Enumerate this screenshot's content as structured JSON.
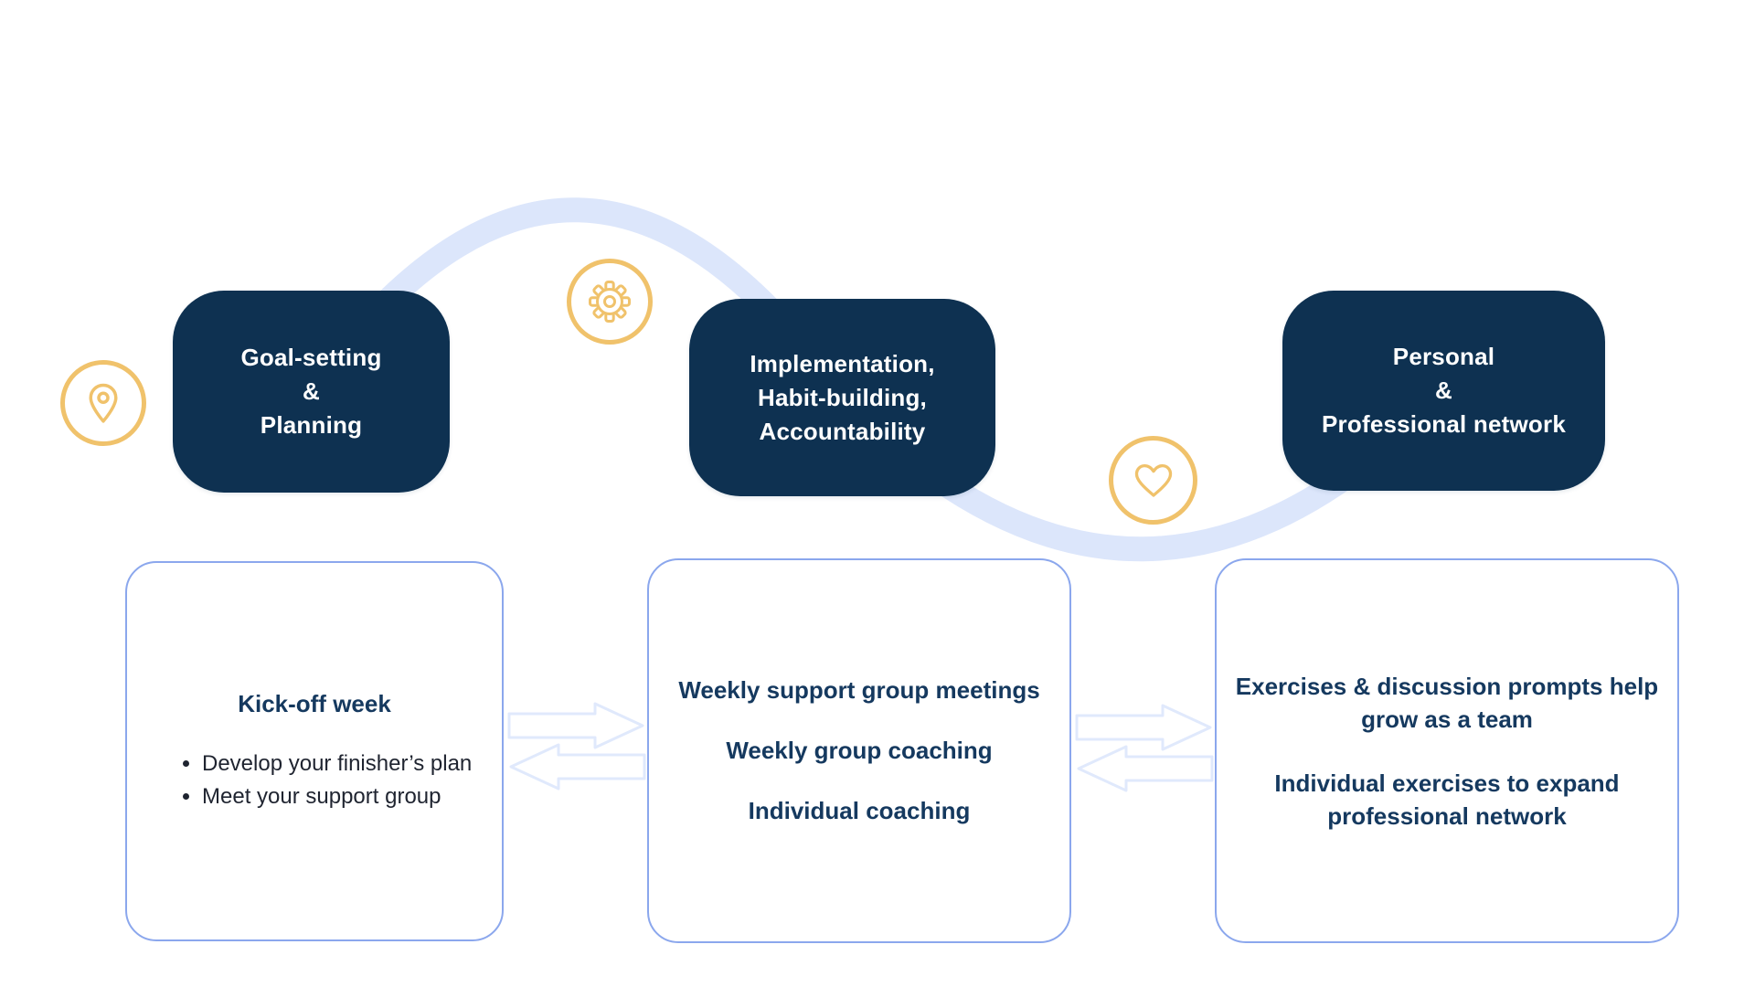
{
  "colors": {
    "box_navy": "#0e3151",
    "text_navy": "#15395f",
    "bullet_text": "#1f2430",
    "gold_accent": "#f0c26b",
    "curve_blue": "#dce6fb",
    "card_border_blue": "#8ba7ed",
    "arrow_outline_blue": "#e0e9fc"
  },
  "stages": [
    {
      "icon": "location-pin-icon",
      "lines": [
        "Goal-setting",
        "&",
        "Planning"
      ]
    },
    {
      "icon": "gear-icon",
      "lines": [
        "Implementation,",
        "Habit-building,",
        "Accountability"
      ]
    },
    {
      "icon": "heart-icon",
      "lines": [
        "Personal",
        "&",
        "Professional network"
      ]
    }
  ],
  "cards": [
    {
      "title": "Kick-off week",
      "bullets": [
        "Develop your finisher’s plan",
        "Meet your support group"
      ]
    },
    {
      "lines": [
        "Weekly support group meetings",
        "Weekly group coaching",
        "Individual coaching"
      ]
    },
    {
      "paragraphs": [
        {
          "lines": [
            "Exercises & discussion prompts help",
            "grow as a team"
          ]
        },
        {
          "lines": [
            "Individual exercises to expand",
            "professional network"
          ]
        }
      ]
    }
  ]
}
